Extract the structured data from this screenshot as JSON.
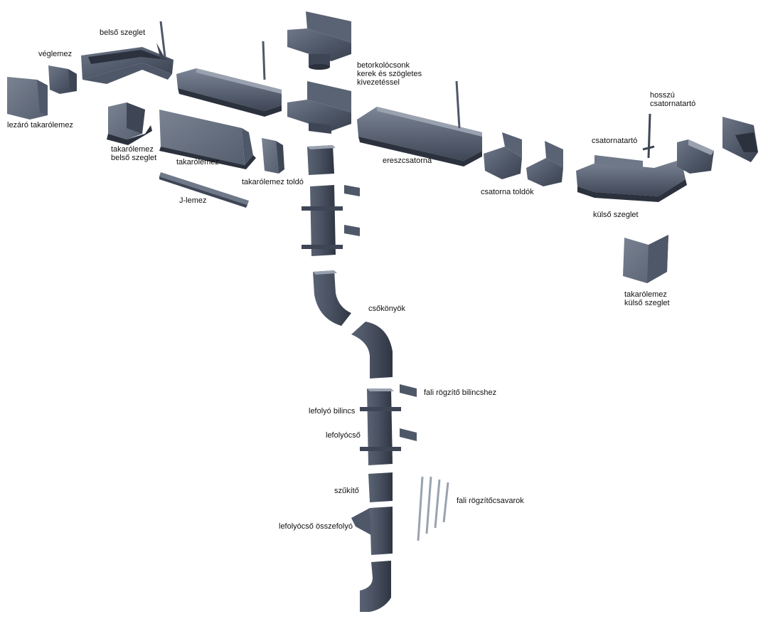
{
  "colors": {
    "metal_dark": "#3e4656",
    "metal_mid": "#4f5868",
    "metal_light": "#6f7888",
    "metal_highlight": "#9aa2b0",
    "metal_shadow": "#2b313d",
    "label_text": "#111111",
    "background": "#ffffff"
  },
  "labels": {
    "veglemez": "véglemez",
    "belso_szeglet": "belső szeglet",
    "lezaro_takarolemez": "lezáró takarólemez",
    "takarolemez_belso_szeglet": "takarólemez\nbelső szeglet",
    "takarolemez": "takarólemez",
    "takarolemez_toldo": "takarólemez toldó",
    "j_lemez": "J-lemez",
    "betorkolocsonk": "betorkolócsonk\nkerek és szögletes\nkivezetéssel",
    "ereszcsatorna": "ereszcsatorna",
    "csatorna_toldok": "csatorna toldók",
    "hosszu_csatornatarto": "hosszú\ncsatornatartó",
    "csatornatarto": "csatornatartó",
    "kulso_szeglet": "külső szeglet",
    "takarolemez_kulso_szeglet": "takarólemez\nkülső szeglet",
    "csokonyok": "csőkönyök",
    "fali_rogzito_bilincshez": "fali rögzítő bilincshez",
    "lefolyo_bilincs": "lefolyó bilincs",
    "lefolyocso": "lefolyócső",
    "szukito": "szűkítő",
    "fali_rogzitocsavarok": "fali rögzítőcsavarok",
    "lefolyocso_osszefolyo": "lefolyócső összefolyó"
  }
}
